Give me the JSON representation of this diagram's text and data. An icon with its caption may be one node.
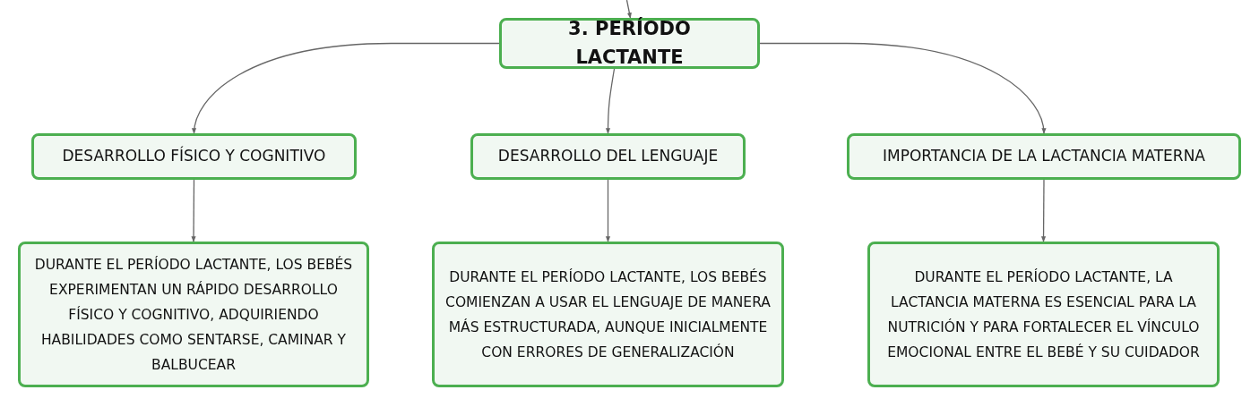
{
  "diagram": {
    "nodes": [
      {
        "text": [
          "3. PERÍODO LACTANTE"
        ]
      },
      {
        "text": [
          "DESARROLLO FÍSICO Y COGNITIVO"
        ]
      },
      {
        "text": [
          "DESARROLLO DEL LENGUAJE"
        ]
      },
      {
        "text": [
          "IMPORTANCIA DE LA LACTANCIA MATERNA"
        ]
      },
      {
        "text": [
          "DURANTE EL PERÍODO LACTANTE, LOS BEBÉS EXPERIMENTAN UN RÁPIDO DESARROLLO FÍSICO Y COGNITIVO, ADQUIRIENDO HABILIDADES COMO SENTARSE, CAMINAR Y BALBUCEAR"
        ]
      },
      {
        "text": [
          "DURANTE EL PERÍODO LACTANTE, LOS BEBÉS COMIENZAN A USAR EL LENGUAJE DE MANERA MÁS ESTRUCTURADA, AUNQUE INICIALMENTE CON ERRORES DE GENERALIZACIÓN"
        ]
      },
      {
        "text": [
          "DURANTE EL PERÍODO LACTANTE, LA LACTANCIA MATERNA ES ESENCIAL PARA LA NUTRICIÓN Y PARA FORTALECER EL VÍNCULO EMOCIONAL ENTRE EL BEBÉ Y SU CUIDADOR"
        ]
      }
    ],
    "edges": [
      {
        "from": null,
        "to": 0,
        "arrow": "to"
      },
      {
        "from": 0,
        "to": 1,
        "arrow": "to"
      },
      {
        "from": 0,
        "to": 2,
        "arrow": "to"
      },
      {
        "from": 0,
        "to": 3,
        "arrow": "to"
      },
      {
        "from": 1,
        "to": 4,
        "arrow": "to"
      },
      {
        "from": 2,
        "to": 5,
        "arrow": "to"
      },
      {
        "from": 3,
        "to": 6,
        "arrow": "to"
      }
    ]
  }
}
